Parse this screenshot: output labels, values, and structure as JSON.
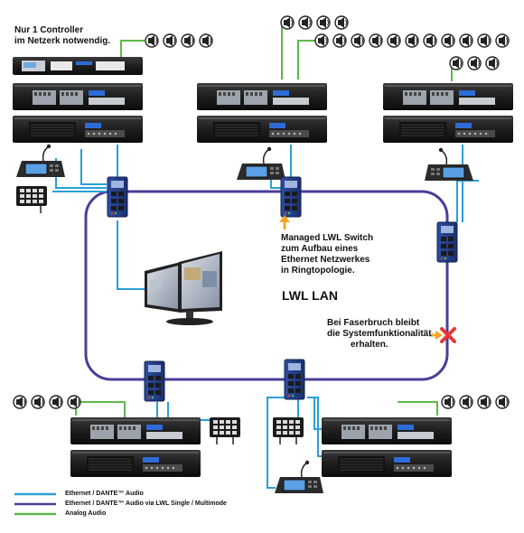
{
  "top_note": {
    "line1": "Nur 1 Controller",
    "line2": "im Netzerk notwendig."
  },
  "switch_note": {
    "line1": "Managed LWL Switch",
    "line2": "zum Aufbau eines",
    "line3": "Ethernet Netzwerkes",
    "line4": "in Ringtopologie."
  },
  "network_title": "LWL LAN",
  "fiber_break_note": {
    "line1": "Bei Faserbruch bleibt",
    "line2": "die Systemfunktionalität",
    "line3": "erhalten."
  },
  "legend": [
    {
      "label": "Ethernet / DANTE™ Audio",
      "color": "#2a9fd6"
    },
    {
      "label": "Ethernet / DANTE™ Audio via LWL Single / Multimode",
      "color": "#4b3f98"
    },
    {
      "label": "Analog Audio",
      "color": "#5db84a"
    }
  ],
  "colors": {
    "ethernet": "#2a9fd6",
    "fiber": "#4b3f98",
    "analog": "#5db84a",
    "arrow": "#f5a623",
    "break_mark": "#e53935"
  }
}
